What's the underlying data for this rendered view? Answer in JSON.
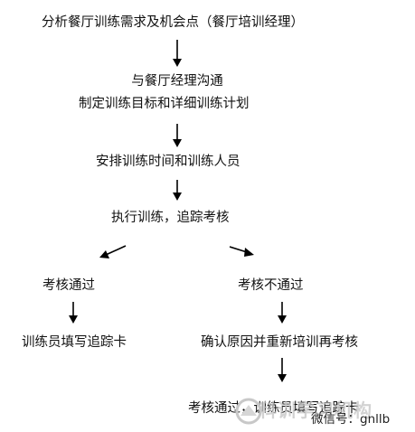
{
  "steps": {
    "analyze": "分析餐厅训练需求及机会点（餐厅培训经理）",
    "communicate": "与餐厅经理沟通",
    "plan": "制定训练目标和详细训练计划",
    "schedule": "安排训练时间和训练人员",
    "execute": "执行训练，追踪考核",
    "pass": "考核通过",
    "fail": "考核不通过",
    "fill_card": "训练员填写追踪卡",
    "retrain": "确认原因并重新培训再考核",
    "pass_again": "考核通过，训练员填写追踪卡"
  },
  "watermark": {
    "text": "科训学习机构",
    "wechat": "微信号：gnllb"
  }
}
